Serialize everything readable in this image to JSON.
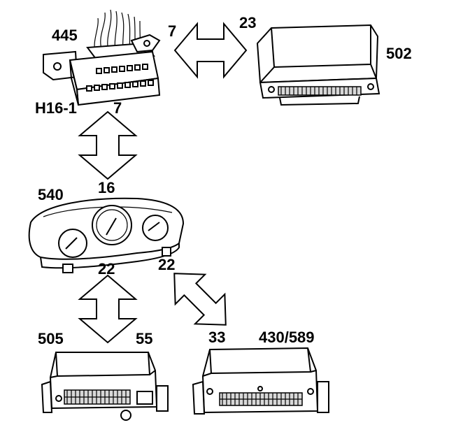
{
  "labels": {
    "dlc_id": "445",
    "dlc_pin_right": "7",
    "dlc_ref": "H16-1",
    "dlc_pin_bottom": "7",
    "ecm_pin": "23",
    "ecm_id": "502",
    "cluster_id": "540",
    "cluster_pin_top": "16",
    "cluster_pin_left": "22",
    "cluster_pin_right": "22",
    "mod_a_id": "505",
    "mod_a_pin": "55",
    "mod_b_pin": "33",
    "mod_b_id": "430/589"
  },
  "colors": {
    "ink": "#000000",
    "paper": "#ffffff",
    "shade": "#d8d8d8"
  }
}
